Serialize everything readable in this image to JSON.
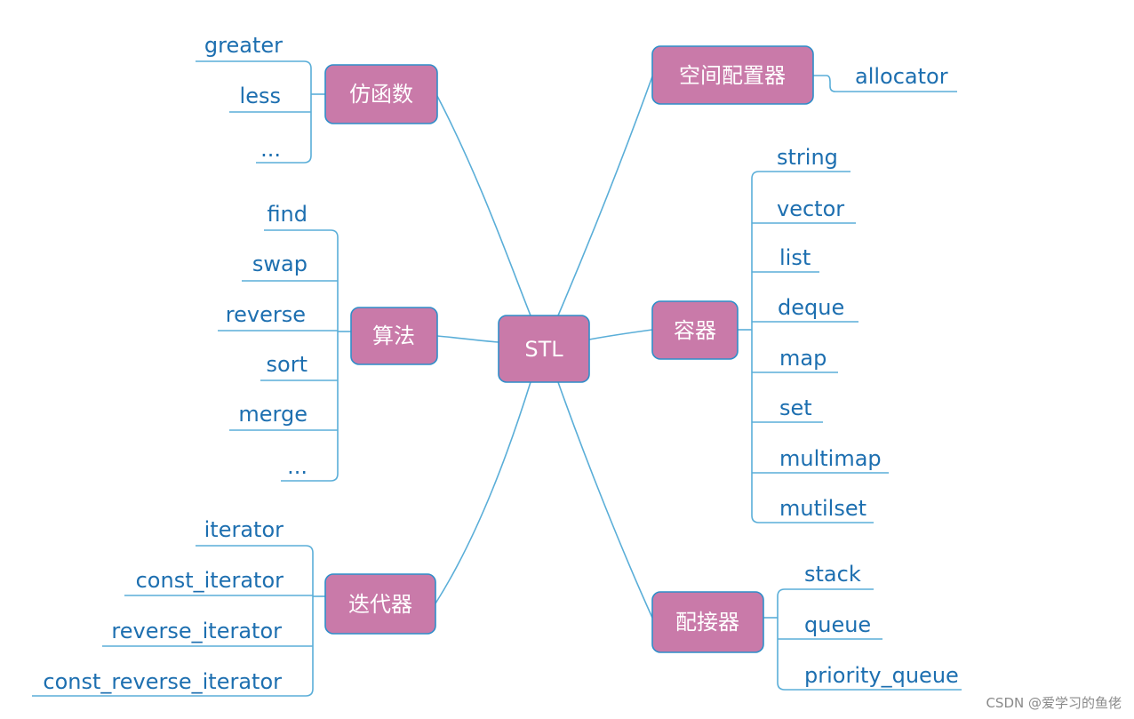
{
  "center": {
    "label": "STL"
  },
  "branches": {
    "functors": {
      "label": "仿函数",
      "items": [
        "greater",
        "less",
        "..."
      ]
    },
    "algorithms": {
      "label": "算法",
      "items": [
        "find",
        "swap",
        "reverse",
        "sort",
        "merge",
        "..."
      ]
    },
    "iterators": {
      "label": "迭代器",
      "items": [
        "iterator",
        "const_iterator",
        "reverse_iterator",
        "const_reverse_iterator"
      ]
    },
    "allocator": {
      "label": "空间配置器",
      "items": [
        "allocator"
      ]
    },
    "containers": {
      "label": "容器",
      "items": [
        "string",
        "vector",
        "list",
        "deque",
        "map",
        "set",
        "multimap",
        "mutilset"
      ]
    },
    "adapters": {
      "label": "配接器",
      "items": [
        "stack",
        "queue",
        "priority_queue"
      ]
    }
  },
  "colors": {
    "node_fill": "#c97aa9",
    "node_border": "#2f8ec9",
    "line": "#5aaed8",
    "leaf_text": "#1d6fb0"
  },
  "watermark": "CSDN @爱学习的鱼佬"
}
